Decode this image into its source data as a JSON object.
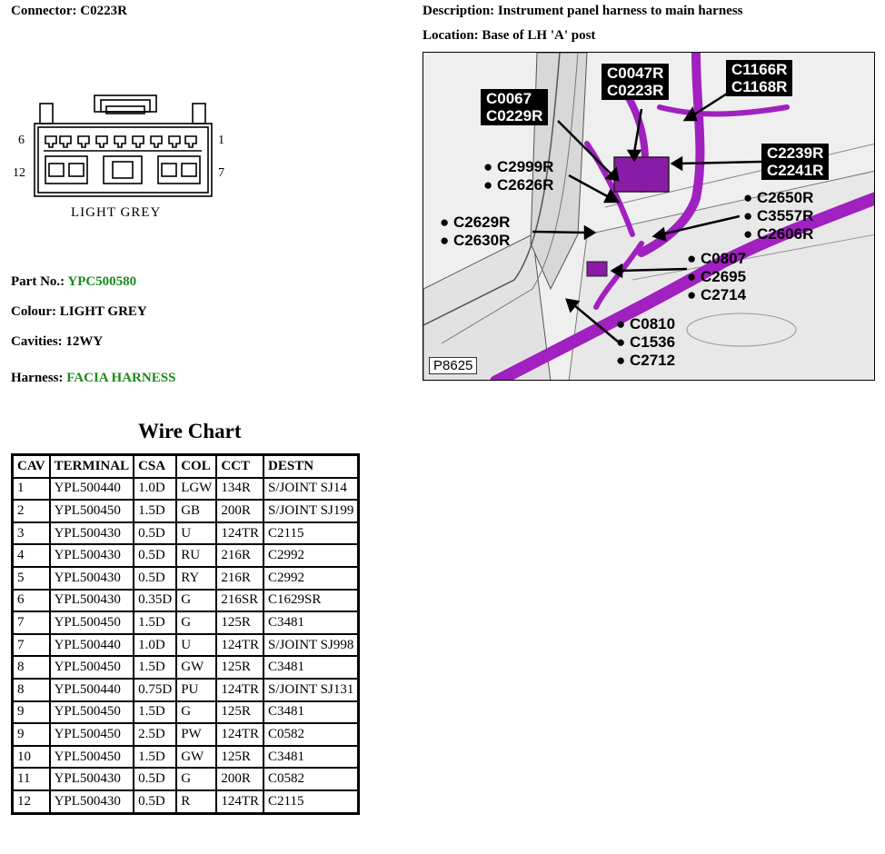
{
  "connector": {
    "label": "Connector:",
    "value": "C0223R"
  },
  "description": {
    "label": "Description:",
    "value": "Instrument panel harness to main harness"
  },
  "location": {
    "label": "Location:",
    "value": "Base of LH 'A' post"
  },
  "diagram": {
    "pin_top_left": "6",
    "pin_top_right": "1",
    "pin_bottom_left": "12",
    "pin_bottom_right": "7",
    "colour_caption": "LIGHT GREY"
  },
  "details": {
    "part_label": "Part No.:",
    "part_value": "YPC500580",
    "colour_label": "Colour:",
    "colour_value": "LIGHT GREY",
    "cavities_label": "Cavities:",
    "cavities_value": "12WY",
    "harness_label": "Harness:",
    "harness_value": "FACIA HARNESS"
  },
  "photo": {
    "ref": "P8625",
    "callouts": [
      {
        "lines": [
          "C0047R",
          "C0223R"
        ],
        "style": "box"
      },
      {
        "lines": [
          "C1166R",
          "C1168R"
        ],
        "style": "box"
      },
      {
        "lines": [
          "C0067",
          "C0229R"
        ],
        "style": "box"
      },
      {
        "lines": [
          "C2239R",
          "C2241R"
        ],
        "style": "box"
      },
      {
        "lines": [
          "C2999R",
          "C2626R"
        ],
        "style": "dot"
      },
      {
        "lines": [
          "C2650R",
          "C3557R",
          "C2606R"
        ],
        "style": "dot"
      },
      {
        "lines": [
          "C2629R",
          "C2630R"
        ],
        "style": "dot"
      },
      {
        "lines": [
          "C0807",
          "C2695",
          "C2714"
        ],
        "style": "dot"
      },
      {
        "lines": [
          "C0810",
          "C1536",
          "C2712"
        ],
        "style": "dot"
      }
    ]
  },
  "wire_chart": {
    "title": "Wire Chart",
    "headers": [
      "CAV",
      "TERMINAL",
      "CSA",
      "COL",
      "CCT",
      "DESTN"
    ],
    "rows": [
      [
        "1",
        "YPL500440",
        "1.0D",
        "LGW",
        "134R",
        "S/JOINT SJ14"
      ],
      [
        "2",
        "YPL500450",
        "1.5D",
        "GB",
        "200R",
        "S/JOINT SJ199"
      ],
      [
        "3",
        "YPL500430",
        "0.5D",
        "U",
        "124TR",
        "C2115"
      ],
      [
        "4",
        "YPL500430",
        "0.5D",
        "RU",
        "216R",
        "C2992"
      ],
      [
        "5",
        "YPL500430",
        "0.5D",
        "RY",
        "216R",
        "C2992"
      ],
      [
        "6",
        "YPL500430",
        "0.35D",
        "G",
        "216SR",
        "C1629SR"
      ],
      [
        "7",
        "YPL500450",
        "1.5D",
        "G",
        "125R",
        "C3481"
      ],
      [
        "7",
        "YPL500440",
        "1.0D",
        "U",
        "124TR",
        "S/JOINT SJ998"
      ],
      [
        "8",
        "YPL500450",
        "1.5D",
        "GW",
        "125R",
        "C3481"
      ],
      [
        "8",
        "YPL500440",
        "0.75D",
        "PU",
        "124TR",
        "S/JOINT SJ131"
      ],
      [
        "9",
        "YPL500450",
        "1.5D",
        "G",
        "125R",
        "C3481"
      ],
      [
        "9",
        "YPL500450",
        "2.5D",
        "PW",
        "124TR",
        "C0582"
      ],
      [
        "10",
        "YPL500450",
        "1.5D",
        "GW",
        "125R",
        "C3481"
      ],
      [
        "11",
        "YPL500430",
        "0.5D",
        "G",
        "200R",
        "C0582"
      ],
      [
        "12",
        "YPL500430",
        "0.5D",
        "R",
        "124TR",
        "C2115"
      ]
    ]
  },
  "colors": {
    "accent_green": "#1a8a1a",
    "harness_purple": "#a020c0"
  }
}
